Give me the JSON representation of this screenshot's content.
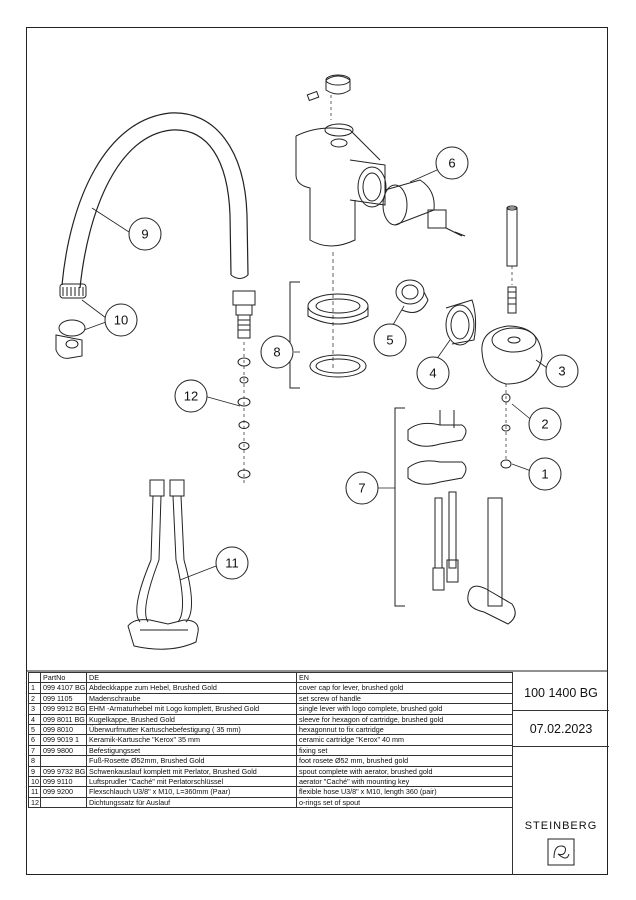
{
  "callouts": [
    "1",
    "2",
    "3",
    "4",
    "5",
    "6",
    "7",
    "8",
    "9",
    "10",
    "11",
    "12"
  ],
  "table": {
    "headers": [
      "",
      "PartNo",
      "DE",
      "EN"
    ],
    "rows": [
      [
        "1",
        "099 4107 BG",
        "Abdeckkappe zum Hebel, Brushed Gold",
        "cover cap for lever, brushed gold"
      ],
      [
        "2",
        "099 1105",
        "Madenschraube",
        "set screw of handle"
      ],
      [
        "3",
        "099 9912 BG",
        "EHM -Armaturhebel mit Logo komplett, Brushed Gold",
        "single lever with logo complete, brushed gold"
      ],
      [
        "4",
        "099 8011 BG",
        "Kugelkappe, Brushed Gold",
        "sleeve for hexagon of cartridge, brushed gold"
      ],
      [
        "5",
        "099 8010",
        "Überwurfmutter Kartuschebefestigung ( 35 mm)",
        "hexagonnut to fix cartridge"
      ],
      [
        "6",
        "099 9019 1",
        "Keramik-Kartusche \"Kerox\"  35 mm",
        "ceramic cartridge \"Kerox\"  40 mm"
      ],
      [
        "7",
        "099 9800",
        "Befestigungsset",
        "fixing set"
      ],
      [
        "8",
        "",
        "Fuß-Rosette Ø52mm, Brushed Gold",
        "foot rosete Ø52 mm, brushed gold"
      ],
      [
        "9",
        "099 9732 BG",
        "Schwenkauslauf komplett mit Perlator, Brushed Gold",
        "spout complete with aerator, brushed gold"
      ],
      [
        "10",
        "099 9110",
        "Luftsprudler \"Caché\" mit Perlatorschlüssel",
        "aerator \"Caché\" with mounting key"
      ],
      [
        "11",
        "099 9200",
        "Flexschlauch U3/8\" x M10, L=360mm (Paar)",
        "flexible hose U3/8\" x M10, length 360 (pair)"
      ],
      [
        "12",
        "",
        "Dichtungssatz für Auslauf",
        "o-rings set of spout"
      ]
    ]
  },
  "model_number": "100 1400 BG",
  "date": "07.02.2023",
  "brand": "STEINBERG",
  "colors": {
    "line": "#222222",
    "background": "#ffffff"
  }
}
